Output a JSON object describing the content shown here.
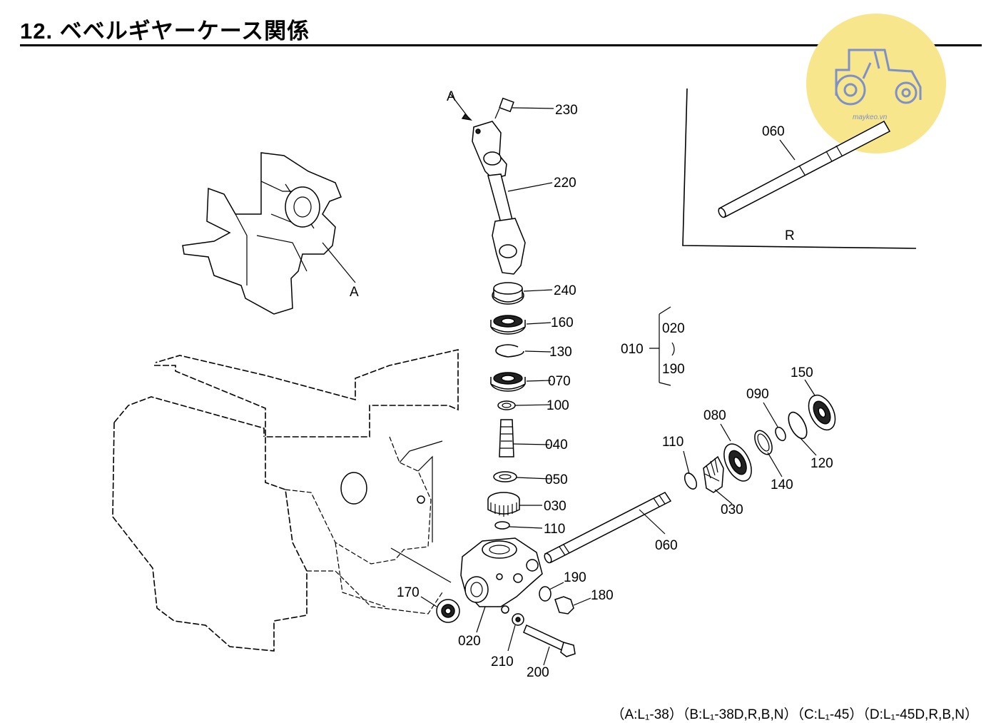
{
  "title": "12. ベベルギヤーケース関係",
  "footer": "（A:L₁-38）（B:L₁-38D,R,B,N）（C:L₁-45）（D:L₁-45D,R,B,N）",
  "watermark": {
    "text": "maykeo.vn",
    "color": "#f7e58a"
  },
  "callouts": {
    "view_a_top": "A",
    "view_a_bottom": "A",
    "inset_r": "R",
    "p230": "230",
    "p220": "220",
    "p240": "240",
    "p160": "160",
    "p130": "130",
    "p070": "070",
    "p100": "100",
    "p040": "040",
    "p050": "050",
    "p030_v": "030",
    "p110_v": "110",
    "p010": "010",
    "p020_range": "020",
    "p190_range": "190",
    "p150": "150",
    "p090": "090",
    "p080": "080",
    "p110_h": "110",
    "p120": "120",
    "p140": "140",
    "p030_h": "030",
    "p060": "060",
    "p190": "190",
    "p180": "180",
    "p170": "170",
    "p020": "020",
    "p210": "210",
    "p200": "200",
    "p060_inset": "060"
  }
}
